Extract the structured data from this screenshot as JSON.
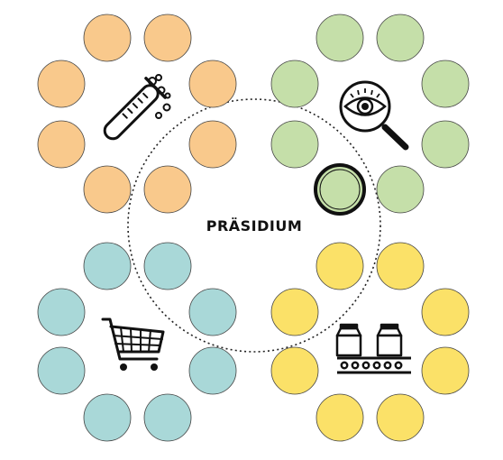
{
  "diagram": {
    "center": {
      "label": "PRÄSIDIUM"
    },
    "groups": [
      {
        "name": "research",
        "color": "#f9c98c",
        "icon": "test-tube-icon"
      },
      {
        "name": "quality",
        "color": "#c5dfa9",
        "icon": "magnifier-eye-icon",
        "highlighted_member": "presidium-member"
      },
      {
        "name": "sales",
        "color": "#a9d8d8",
        "icon": "shopping-cart-icon"
      },
      {
        "name": "production",
        "color": "#fbe168",
        "icon": "conveyor-belt-icon"
      }
    ]
  }
}
